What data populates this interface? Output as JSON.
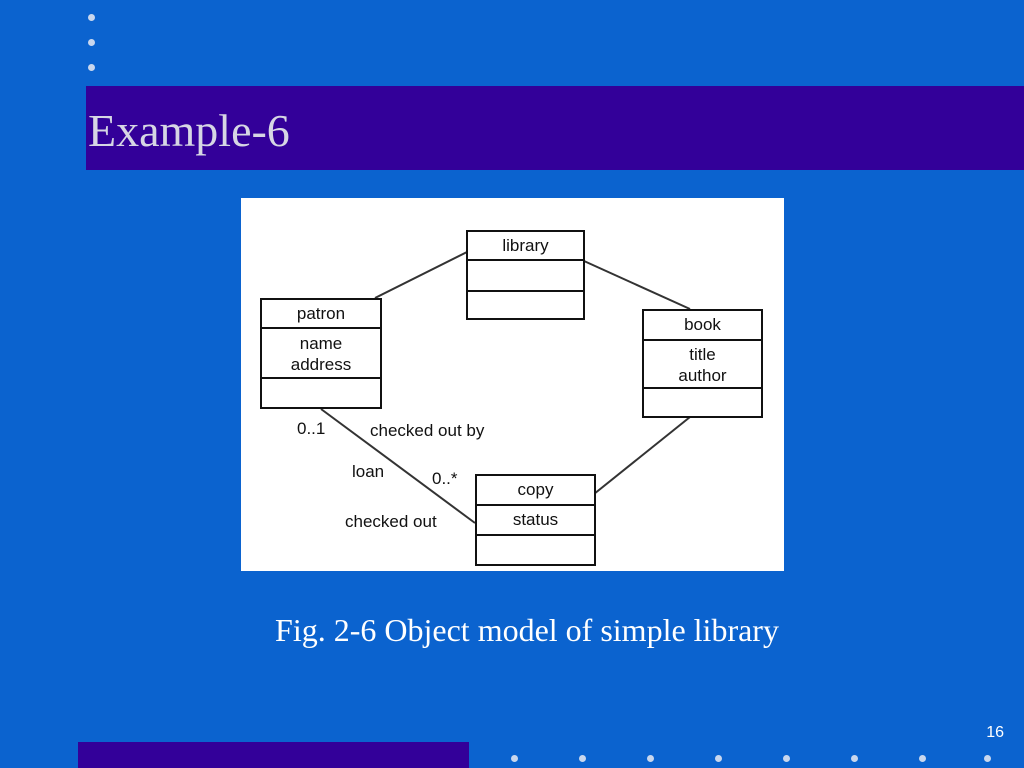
{
  "slide": {
    "title": "Example-6",
    "caption": "Fig. 2-6 Object model of simple library",
    "page_number": "16"
  },
  "diagram": {
    "classes": {
      "library": {
        "name": "library",
        "attributes": []
      },
      "patron": {
        "name": "patron",
        "attributes": [
          "name",
          "address"
        ]
      },
      "book": {
        "name": "book",
        "attributes": [
          "title",
          "author"
        ]
      },
      "copy": {
        "name": "copy",
        "attributes": [
          "status"
        ]
      }
    },
    "labels": {
      "patron_multiplicity": "0..1",
      "copy_multiplicity": "0..*",
      "role_checked_out_by": "checked out by",
      "association_name": "loan",
      "role_checked_out": "checked out"
    }
  },
  "colors": {
    "background": "#0b63cf",
    "title_bar": "#330099",
    "title_text": "#d6d6e4",
    "caption_text": "#ffffff",
    "diagram_background": "#ffffff",
    "dot": "#c9d7ee"
  }
}
